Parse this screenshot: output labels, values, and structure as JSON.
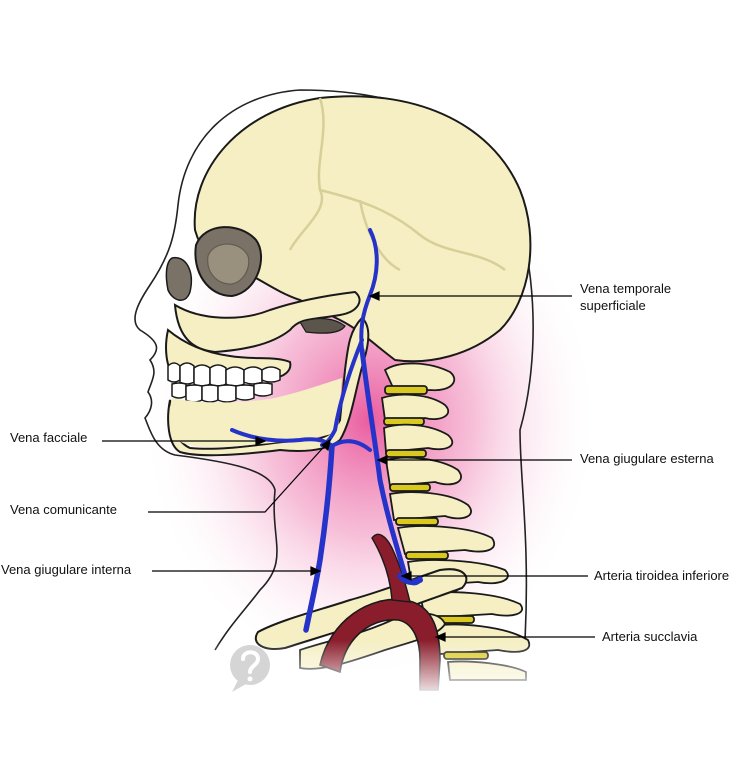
{
  "labels": {
    "temporal_line1": "Vena temporale",
    "temporal_line2": "superficiale",
    "facial": "Vena facciale",
    "communicating": "Vena comunicante",
    "internal_jugular": "Vena giugulare interna",
    "external_jugular": "Vena giugulare esterna",
    "inferior_thyroid": "Arteria tiroidea inferiore",
    "subclavian": "Arteria succlavia"
  },
  "colors": {
    "bone": "#f5efc3",
    "bone_outline": "#1a1a1a",
    "suture": "#d8cf98",
    "orbit": "#7a7266",
    "vein": "#2633c9",
    "artery": "#8a1d2b",
    "disc": "#d9c81d",
    "glow": "#f2a6c9",
    "leader": "#000000"
  },
  "logo_icon": "question-mark-logo-icon"
}
